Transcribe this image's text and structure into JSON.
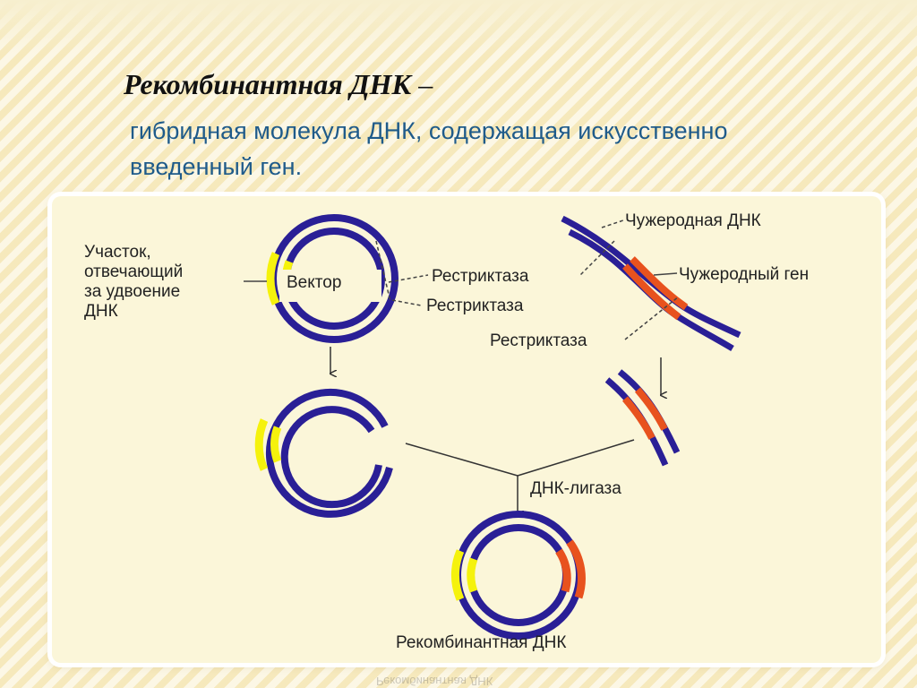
{
  "slide": {
    "title": "Рекомбинантная ДНК",
    "title_dash": " –",
    "definition": "гибридная молекула ДНК, содержащая искусственно введенный ген."
  },
  "diagram": {
    "labels": {
      "replication_site": [
        "Участок,",
        "отвечающий",
        "за удвоение",
        "ДНК"
      ],
      "vector": "Вектор",
      "restriction_enzyme": "Рестриктаза",
      "foreign_dna": "Чужеродная ДНК",
      "foreign_gene": "Чужеродный ген",
      "dna_ligase": "ДНК-лигаза",
      "recombinant_dna": "Рекомбинантная ДНК"
    },
    "colors": {
      "dna_strand": "#2a1f96",
      "replication_site": "#f5f20c",
      "foreign_gene": "#e8521e",
      "arrow": "#333333"
    }
  }
}
